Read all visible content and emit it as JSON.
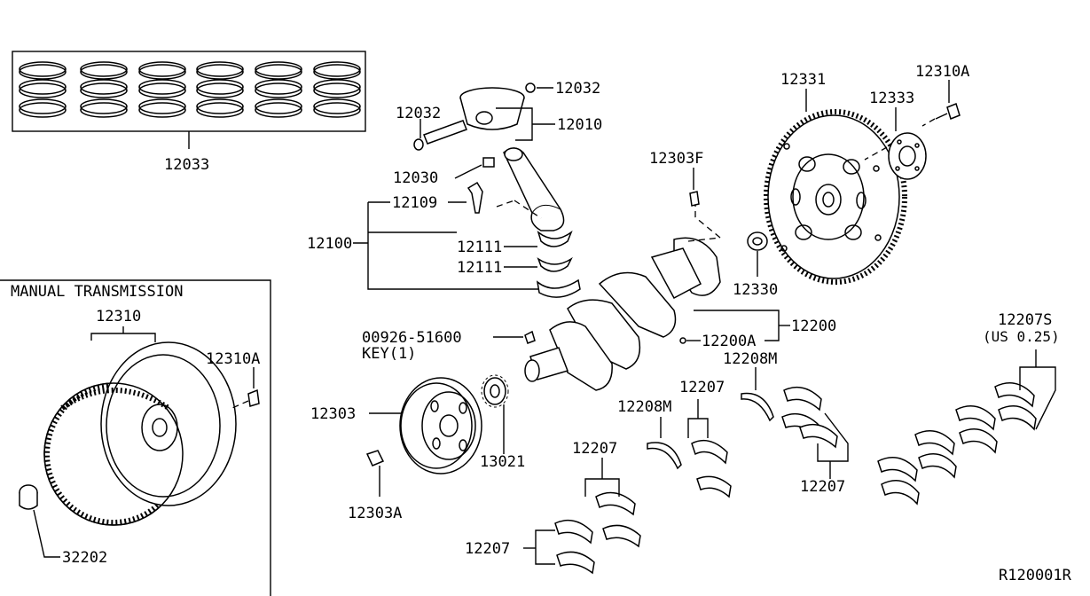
{
  "diagram": {
    "code": "R120001R",
    "section_titles": {
      "manual_transmission": "MANUAL TRANSMISSION"
    },
    "parts": {
      "p12033": "12033",
      "p12032_right": "12032",
      "p12032_left": "12032",
      "p12010": "12010",
      "p12030": "12030",
      "p12109": "12109",
      "p12100": "12100",
      "p12111_a": "12111",
      "p12111_b": "12111",
      "p12303F": "12303F",
      "p12331": "12331",
      "p12310A_top": "12310A",
      "p12333": "12333",
      "p12330": "12330",
      "p12200": "12200",
      "p12200A": "12200A",
      "p00926": "00926-51600",
      "key": "KEY(1)",
      "p12303": "12303",
      "p13021": "13021",
      "p12303A": "12303A",
      "p12310": "12310",
      "p12310A_left": "12310A",
      "p32202": "32202",
      "p12208M_a": "12208M",
      "p12208M_b": "12208M",
      "p12207_a": "12207",
      "p12207_b": "12207",
      "p12207_c": "12207",
      "p12207_d": "12207",
      "p12207S": "12207S",
      "us025": "(US 0.25)"
    }
  }
}
